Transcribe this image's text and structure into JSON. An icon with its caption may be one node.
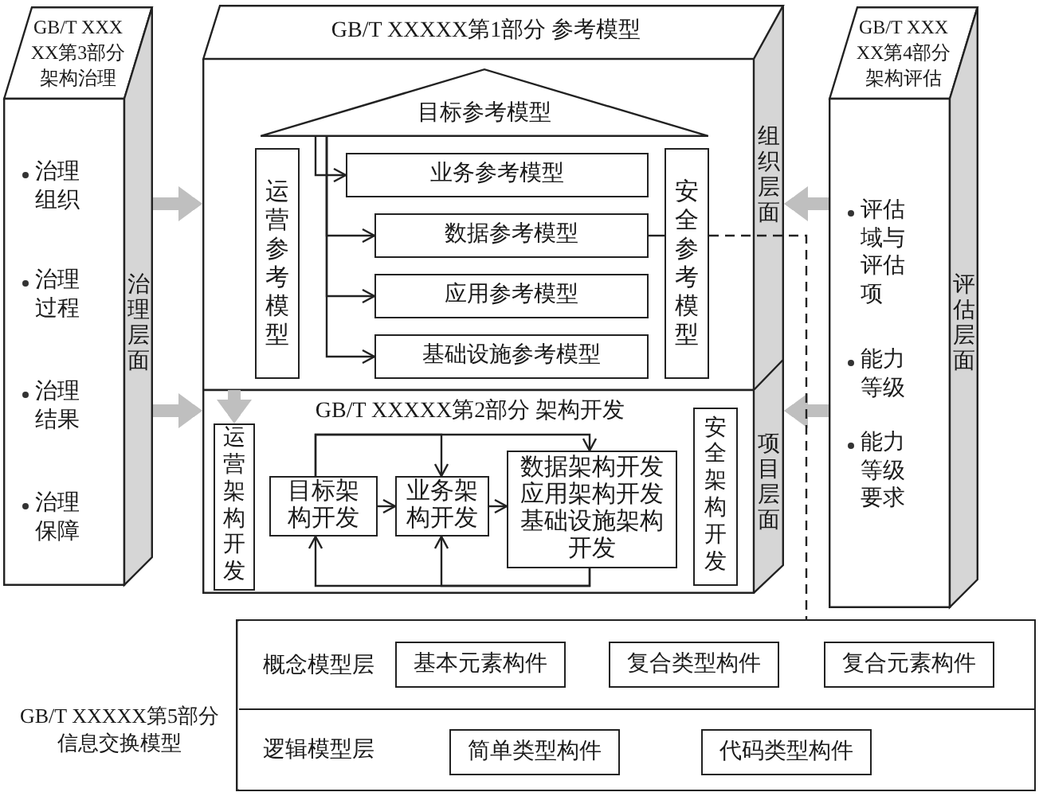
{
  "diagram": {
    "nodes": [
      {
        "text": [
          "GB/T XXXXX第3部分架构治理",
          "治理组织",
          "治理过程",
          "治理结果",
          "治理保障",
          "治理层面"
        ]
      },
      {
        "text": [
          "GB/T XXXXX第1部分 参考模型",
          "组织层面"
        ]
      },
      {
        "text": [
          "目标参考模型"
        ],
        "in": 1
      },
      {
        "text": [
          "运营参考模型"
        ],
        "in": 1
      },
      {
        "text": [
          "业务参考模型"
        ],
        "in": 1
      },
      {
        "text": [
          "数据参考模型"
        ],
        "in": 1
      },
      {
        "text": [
          "应用参考模型"
        ],
        "in": 1
      },
      {
        "text": [
          "基础设施参考模型"
        ],
        "in": 1
      },
      {
        "text": [
          "安全参考模型"
        ],
        "in": 1
      },
      {
        "text": [
          "GB/T XXXXX第2部分 架构开发",
          "项目层面"
        ]
      },
      {
        "text": [
          "运营架构开发"
        ],
        "in": 9
      },
      {
        "text": [
          "目标架构开发"
        ],
        "in": 9
      },
      {
        "text": [
          "业务架构开发"
        ],
        "in": 9
      },
      {
        "text": [
          "数据架构开发",
          "应用架构开发",
          "基础设施架构开发"
        ],
        "in": 9
      },
      {
        "text": [
          "安全架构开发"
        ],
        "in": 9
      },
      {
        "text": [
          "GB/T XXXXX第4部分架构评估",
          "评估域与评估项",
          "能力等级",
          "能力等级要求",
          "评估层面"
        ]
      },
      {
        "text": [
          "GB/T XXXXX第5部分信息交换模型"
        ]
      },
      {
        "text": [
          "概念模型层"
        ],
        "in": 16
      },
      {
        "text": [
          "基本元素构件"
        ],
        "in": 17
      },
      {
        "text": [
          "复合类型构件"
        ],
        "in": 17
      },
      {
        "text": [
          "复合元素构件"
        ],
        "in": 17
      },
      {
        "text": [
          "逻辑模型层"
        ],
        "in": 16
      },
      {
        "text": [
          "简单类型构件"
        ],
        "in": 21
      },
      {
        "text": [
          "代码类型构件"
        ],
        "in": 21
      }
    ],
    "edges": [
      {
        "from": 0,
        "to": 1,
        "arrow": "to",
        "style": "thick",
        "color": "#bfbfbf"
      },
      {
        "from": 0,
        "to": 9,
        "arrow": "to",
        "style": "thick",
        "color": "#bfbfbf"
      },
      {
        "from": 15,
        "to": 1,
        "arrow": "to",
        "style": "thick",
        "color": "#bfbfbf"
      },
      {
        "from": 15,
        "to": 9,
        "arrow": "to",
        "style": "thick",
        "color": "#bfbfbf"
      },
      {
        "from": 1,
        "to": 10,
        "arrow": "to",
        "style": "thick",
        "color": "#bfbfbf"
      },
      {
        "from": 2,
        "to": 4,
        "arrow": "to"
      },
      {
        "from": 2,
        "to": 5,
        "arrow": "to"
      },
      {
        "from": 2,
        "to": 6,
        "arrow": "to"
      },
      {
        "from": 2,
        "to": 7,
        "arrow": "to"
      },
      {
        "from": 5,
        "to": 8,
        "arrow": "none"
      },
      {
        "from": 8,
        "to": 16,
        "arrow": "none",
        "style": "dashed"
      },
      {
        "from": 11,
        "to": 12,
        "arrow": "to"
      },
      {
        "from": 12,
        "to": 13,
        "arrow": "to"
      },
      {
        "from": 11,
        "to": 13,
        "arrow": "to"
      },
      {
        "from": 11,
        "to": 12,
        "arrow": "to"
      },
      {
        "from": 13,
        "to": 11,
        "arrow": "to"
      },
      {
        "from": 13,
        "to": 12,
        "arrow": "to"
      }
    ]
  }
}
